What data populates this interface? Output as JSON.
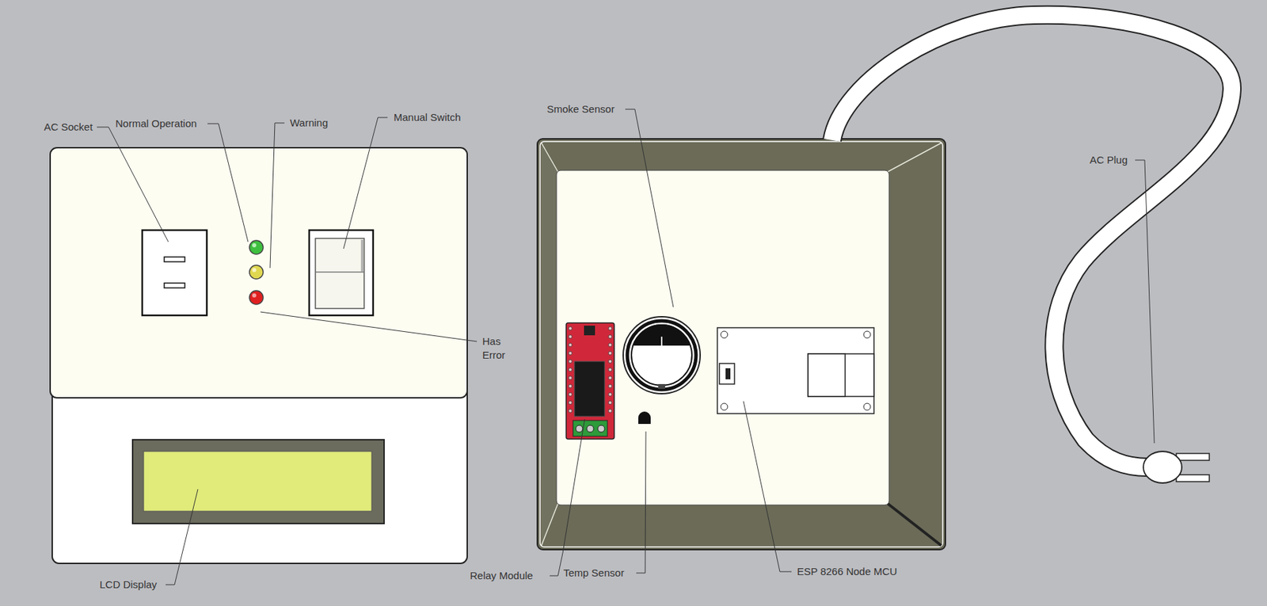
{
  "diagram": {
    "labels": [
      "AC Socket",
      "Normal Operation",
      "Warning",
      "Manual Switch",
      "Has Error",
      "LCD Display",
      "Smoke Sensor",
      "Relay Module",
      "Temp Sensor",
      "ESP 8266 Node MCU",
      "AC Plug"
    ]
  }
}
